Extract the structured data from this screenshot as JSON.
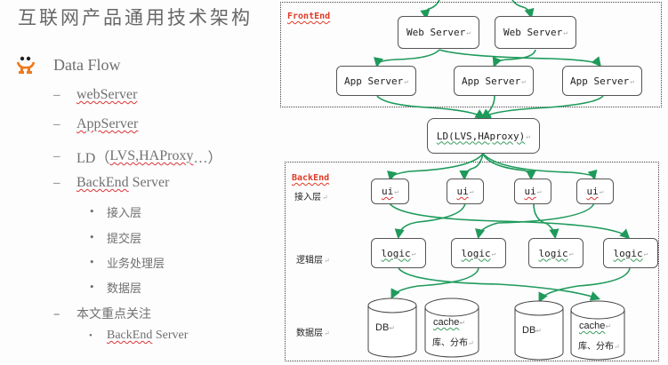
{
  "slide": {
    "title": "互联网产品通用技术架构",
    "outline": {
      "heading": "Data Flow",
      "items": [
        {
          "label": "webServer",
          "squiggle": true
        },
        {
          "label_prefix": "LD（",
          "label_main": "LVS,HAProxy",
          "label_suffix": "…）"
        },
        {
          "label": "AppServer",
          "squiggle": true
        },
        {
          "label_main": "BackEnd",
          "label_suffix": " Server"
        },
        {
          "label": "本文重点关注"
        }
      ],
      "backend_subitems": [
        "接入层",
        "提交层",
        "业务处理层",
        "数据层"
      ],
      "focus_subitems": [
        {
          "label_main": "BackEnd",
          "label_suffix": " Server"
        }
      ]
    }
  },
  "diagram": {
    "frontend_label": "FrontEnd",
    "backend_label": "BackEnd",
    "para_mark": "↵",
    "web_servers": [
      "Web Server",
      "Web Server"
    ],
    "app_servers": [
      "App Server",
      "App Server",
      "App Server"
    ],
    "load_balancer": "LD(LVS,HAproxy)",
    "layers": {
      "access": "接入层",
      "logic": "逻辑层",
      "data": "数据层"
    },
    "ui_nodes": [
      "ui",
      "ui",
      "ui",
      "ui"
    ],
    "logic_nodes": [
      "logic",
      "logic",
      "logic",
      "logic"
    ],
    "data_nodes": [
      {
        "line1": "DB",
        "line2": ""
      },
      {
        "line1": "cache",
        "line2": "库、分布"
      },
      {
        "line1": "DB",
        "line2": ""
      },
      {
        "line1": "cache",
        "line2": "库、分布"
      }
    ],
    "colors": {
      "arrow": "#1e9a5a",
      "zone_label": "#e03a25",
      "icon": "#f07a1a"
    }
  }
}
